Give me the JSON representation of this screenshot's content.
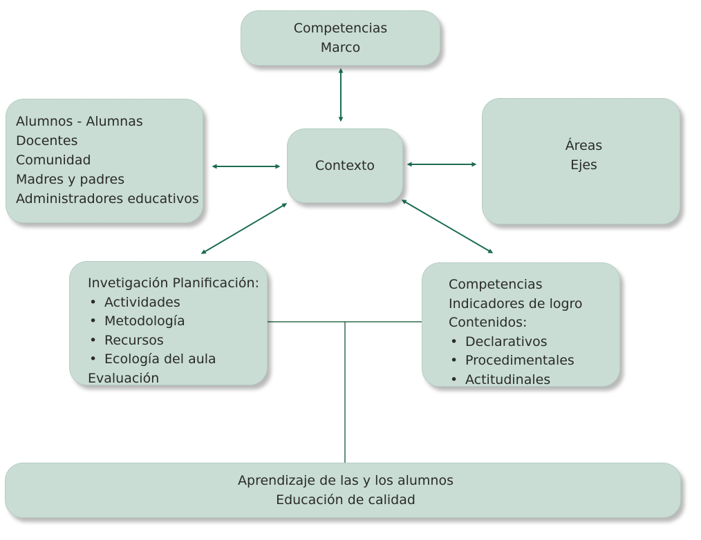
{
  "top_box": {
    "lines": [
      "Competencias",
      "Marco"
    ]
  },
  "left_box": {
    "lines": [
      "Alumnos - Alumnas",
      "Docentes",
      "Comunidad",
      "Madres y padres",
      "Administradores educativos"
    ]
  },
  "center_box": {
    "label": "Contexto"
  },
  "right_box": {
    "lines": [
      "Áreas",
      "Ejes"
    ]
  },
  "planning_box": {
    "heading": "Invetigación Planificación:",
    "bullets": [
      "Actividades",
      "Metodología",
      "Recursos",
      "Ecología del aula"
    ],
    "footer": "Evaluación",
    "bullet_char": "•"
  },
  "competencies_box": {
    "lines": [
      "Competencias",
      "Indicadores de logro",
      "Contenidos:"
    ],
    "bullets": [
      "Declarativos",
      "Procedimentales",
      "Actitudinales"
    ],
    "bullet_char": "•"
  },
  "bottom_box": {
    "lines": [
      "Aprendizaje de las y los alumnos",
      "Educación de calidad"
    ]
  },
  "colors": {
    "box_fill": "#c9ddd4",
    "arrow": "#1a6b52",
    "line": "#2e6a4f"
  }
}
